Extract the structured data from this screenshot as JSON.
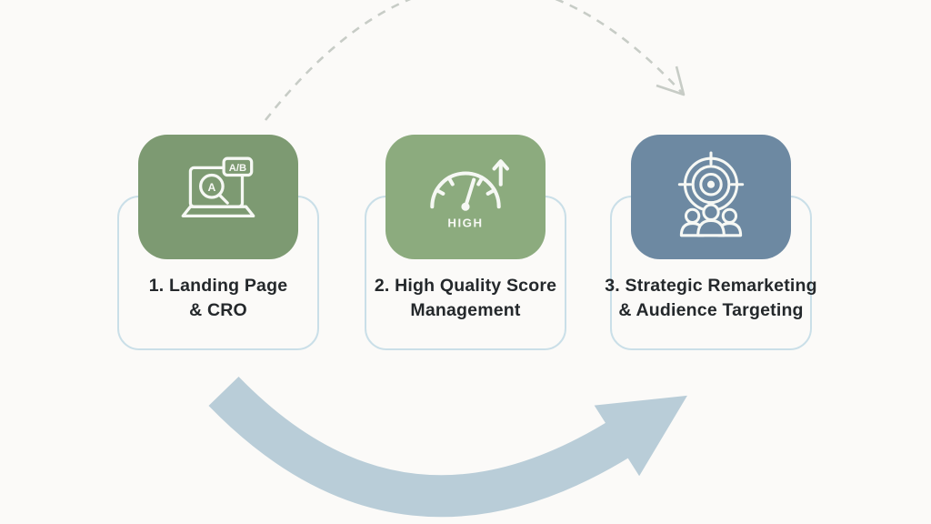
{
  "canvas": {
    "background": "#fbfaf8"
  },
  "colors": {
    "card_border": "#cadfe8",
    "label_text": "#24282b",
    "top_dashed_arrow": "#c7ccc6",
    "bottom_arrow": "#b9cdd8",
    "icon_stroke": "#f6f8f4"
  },
  "steps": [
    {
      "label_line1": "1. Landing Page",
      "label_line2": "& CRO",
      "tile_color": "#7d9a72",
      "icon": "laptop-ab-test-icon",
      "icon_text": {
        "badge": "A/B",
        "screen_letter": "A"
      }
    },
    {
      "label_line1": "2. High Quality Score",
      "label_line2": "Management",
      "tile_color": "#8cab7e",
      "icon": "speedometer-gauge-icon",
      "icon_text": {
        "gauge_label": "HIGH"
      }
    },
    {
      "label_line1": "3. Strategic Remarketing",
      "label_line2": "& Audience Targeting",
      "tile_color": "#6d89a2",
      "icon": "target-audience-icon"
    }
  ]
}
